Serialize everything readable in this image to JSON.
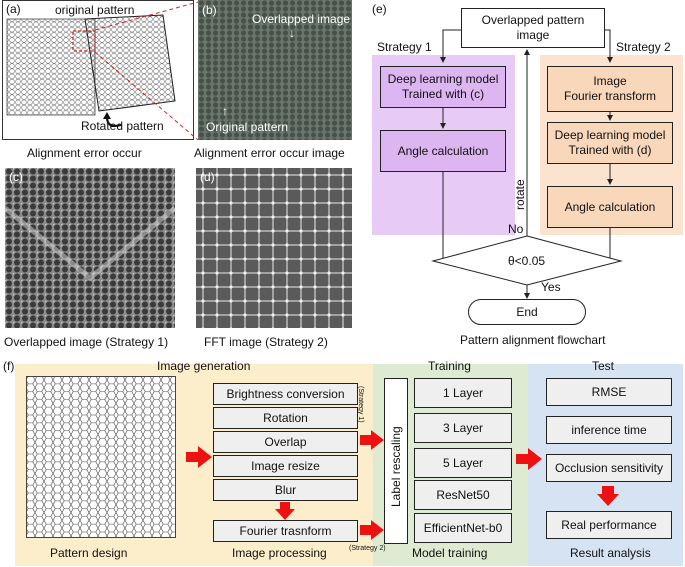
{
  "panel_a": {
    "letter": "(a)",
    "original_label": "original pattern",
    "rotated_label": "Rotated pattern",
    "caption": "Alignment error occur"
  },
  "panel_b": {
    "letter": "(b)",
    "overlapped_label": "Overlapped image",
    "original_label": "Original pattern",
    "caption": "Alignment error occur image"
  },
  "panel_c": {
    "letter": "(c)",
    "caption": "Overlapped image (Strategy 1)"
  },
  "panel_d": {
    "letter": "(d)",
    "caption": "FFT image (Strategy 2)"
  },
  "panel_e": {
    "letter": "(e)",
    "start_box": "Overlapped pattern\nimage",
    "strategy1_label": "Strategy 1",
    "strategy2_label": "Strategy 2",
    "s1_dl_box": "Deep learning model\nTrained with (c)",
    "s1_angle_box": "Angle calculation",
    "s2_fourier_box": "Image\nFourier transform",
    "s2_dl_box": "Deep learning model\nTrained with (d)",
    "s2_angle_box": "Angle calculation",
    "decision": "θ<0.05",
    "rotate_label": "rotate",
    "no_label": "No",
    "yes_label": "Yes",
    "end_box": "End",
    "caption": "Pattern alignment flowchart"
  },
  "panel_f": {
    "letter": "(f)",
    "image_generation_title": "Image generation",
    "training_title": "Training",
    "test_title": "Test",
    "pattern_design_caption": "Pattern design",
    "processing_steps": [
      "Brightness conversion",
      "Rotation",
      "Overlap",
      "Image resize",
      "Blur"
    ],
    "fourier_box": "Fourier trasnform",
    "image_processing_caption": "Image processing",
    "strategy1_tag": "(Strategy 1)",
    "strategy2_tag": "(Strategy 2)",
    "label_rescaling": "Label rescaling",
    "models": [
      "1 Layer",
      "3 Layer",
      "5 Layer",
      "ResNet50",
      "EfficientNet-b0"
    ],
    "model_training_caption": "Model training",
    "tests": [
      "RMSE",
      "inference time",
      "Occlusion sensitivity"
    ],
    "real_performance": "Real performance",
    "result_analysis_caption": "Result analysis"
  },
  "colors": {
    "strategy1_bg": "#e7cbf6",
    "strategy1_box": "#dcb5f1",
    "strategy2_bg": "#fbe3cf",
    "strategy2_box": "#f8d7bb",
    "image_gen_bg": "#fdeecb",
    "training_bg": "#deebd2",
    "test_bg": "#d6e3f2",
    "grey_box": "#efefef",
    "arrow_red": "#ee1111",
    "dashed_red": "#dd2222"
  }
}
